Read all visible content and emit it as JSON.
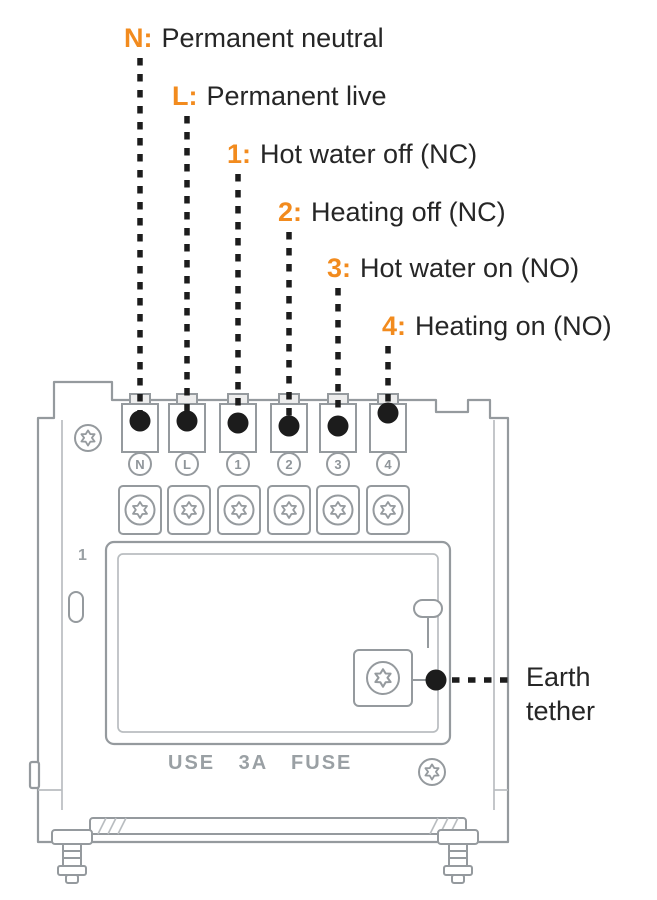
{
  "diagram": {
    "accent_color": "#f28b1e",
    "line_color": "#959a9e",
    "dot_color": "#1c1c1c",
    "labels": [
      {
        "prefix": "N:",
        "text": "Permanent neutral"
      },
      {
        "prefix": "L:",
        "text": "Permanent live"
      },
      {
        "prefix": "1:",
        "text": "Hot water off (NC)"
      },
      {
        "prefix": "2:",
        "text": "Heating off (NC)"
      },
      {
        "prefix": "3:",
        "text": "Hot water on (NO)"
      },
      {
        "prefix": "4:",
        "text": "Heating on (NO)"
      }
    ],
    "terminals": [
      "N",
      "L",
      "1",
      "2",
      "3",
      "4"
    ],
    "plate_text": "USE 3A FUSE",
    "earth_label": "Earth tether",
    "panel_number": "1"
  }
}
